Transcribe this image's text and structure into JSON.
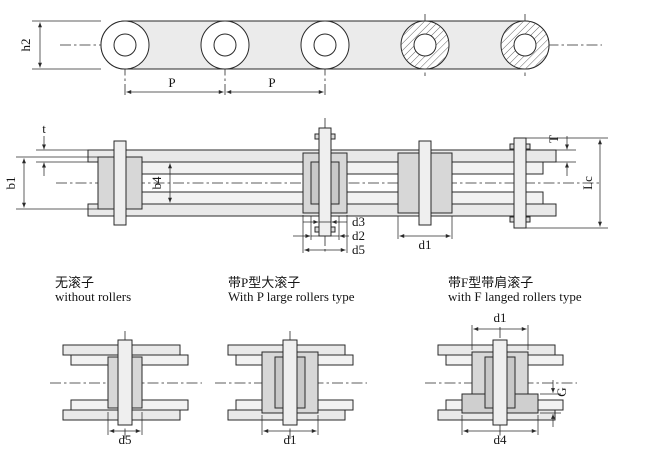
{
  "top_view": {
    "h2_label": "h2",
    "p_left_label": "P",
    "p_right_label": "P"
  },
  "side_view": {
    "t_label": "t",
    "b1_label": "b1",
    "b4_label": "b4",
    "d3_label": "d3",
    "d2_label": "d2",
    "d5_label": "d5",
    "d1_label": "d1",
    "T_label": "T",
    "Lc_label": "Lc"
  },
  "variants": [
    {
      "title_zh": "无滚子",
      "title_en": "without rollers",
      "dim_bottom": "d5"
    },
    {
      "title_zh": "带P型大滚子",
      "title_en": "With P large rollers type",
      "dim_bottom": "d1"
    },
    {
      "title_zh": "带F型带肩滚子",
      "title_en": "with F langed rollers type",
      "dim_top": "d1",
      "dim_bottom": "d4",
      "dim_side": "G"
    }
  ]
}
